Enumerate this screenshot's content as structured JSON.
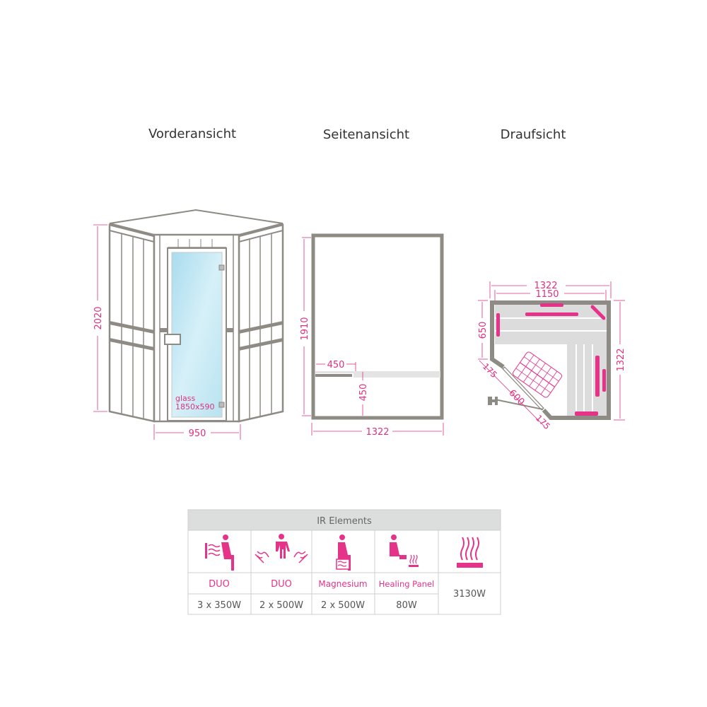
{
  "views": {
    "front": {
      "title": "Vorderansicht",
      "height": "2020",
      "width": "950",
      "glass_label": "glass",
      "glass_size": "1850x590"
    },
    "side": {
      "title": "Seitenansicht",
      "height": "1910",
      "bench_depth": "450",
      "bench_height": "450",
      "width": "1322"
    },
    "top": {
      "title": "Draufsicht",
      "outer_width": "1322",
      "inner_width": "1150",
      "bench_depth": "650",
      "depth": "1322",
      "corner_a": "175",
      "door": "600",
      "corner_b": "175"
    }
  },
  "colors": {
    "accent": "#e6338a",
    "wall": "#8e8b84",
    "header_bg": "#dcdedd"
  },
  "ir_table": {
    "header": "IR Elements",
    "columns": [
      {
        "icon": "seated-person-back-heater-icon",
        "label": "DUO",
        "power": "3 x 350W"
      },
      {
        "icon": "standing-person-side-heaters-icon",
        "label": "DUO",
        "power": "2 x 500W"
      },
      {
        "icon": "seated-person-magnesium-heater-icon",
        "label": "Magnesium",
        "power": "2 x 500W"
      },
      {
        "icon": "seated-person-foot-panel-icon",
        "label": "Healing Panel",
        "power": "80W"
      },
      {
        "icon": "heat-waves-total-icon",
        "label": "",
        "power": "3130W"
      }
    ]
  }
}
